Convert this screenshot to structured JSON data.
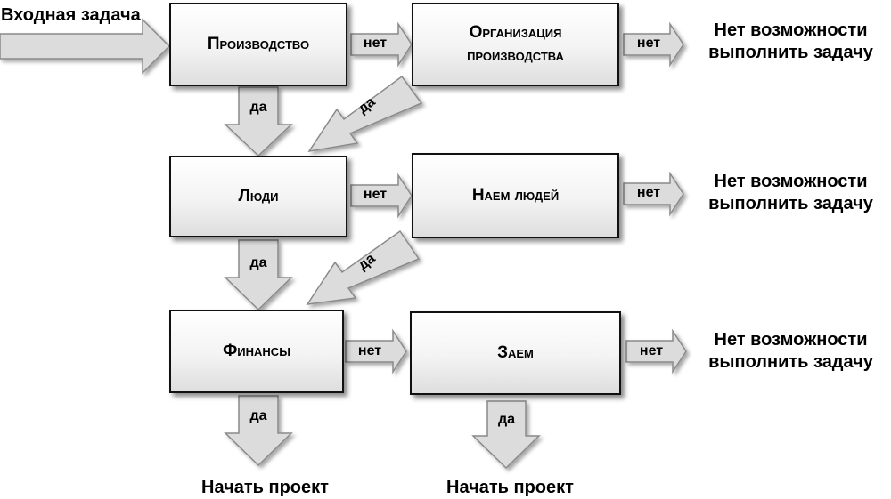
{
  "input_task": "Входная задача",
  "boxes": {
    "production": "Производство",
    "org_production": "Организация производства",
    "people": "Люди",
    "hiring": "Наем людей",
    "finance": "Финансы",
    "loan": "Заем"
  },
  "labels": {
    "yes": "да",
    "no": "нет"
  },
  "outcomes": {
    "no_possibility_line1": "Нет возможности",
    "no_possibility_line2": "выполнить задачу",
    "start_project": "Начать проект"
  },
  "colors": {
    "arrow_fill": "#dcdcdc",
    "arrow_stroke": "#8a8a8a",
    "box_border": "#111111"
  }
}
